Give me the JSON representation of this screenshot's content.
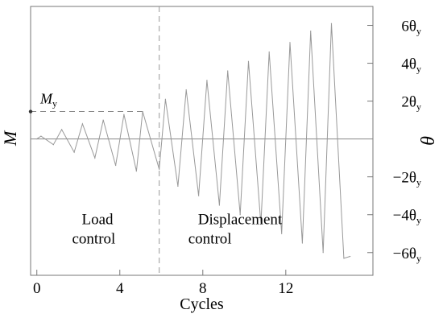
{
  "chart_data": {
    "type": "line",
    "xlabel": "Cycles",
    "ylabel_left": "M",
    "ylabel_right": "θ",
    "xlim": [
      -0.3,
      16.2
    ],
    "ylim": [
      -7.2,
      7.0
    ],
    "x_ticks": [
      0,
      4,
      8,
      12
    ],
    "x_tick_labels": [
      "0",
      "4",
      "8",
      "12"
    ],
    "y_ticks_right": [
      6,
      4,
      2,
      -2,
      -4,
      -6
    ],
    "y_tick_labels_right": [
      {
        "base": "6θ",
        "sub": "y"
      },
      {
        "base": "4θ",
        "sub": "y"
      },
      {
        "base": "2θ",
        "sub": "y"
      },
      {
        "base": "−2θ",
        "sub": "y"
      },
      {
        "base": "−4θ",
        "sub": "y"
      },
      {
        "base": "−6θ",
        "sub": "y"
      }
    ],
    "yield_moment": {
      "label": "M",
      "sub": "y",
      "x": -0.3,
      "y": 1.45,
      "x_end": 5.2
    },
    "control_switch_x": 5.9,
    "region_labels": [
      {
        "lines": [
          "Load",
          "control"
        ],
        "x": 1.7,
        "y": -4.5
      },
      {
        "lines": [
          "Displacement",
          "control"
        ],
        "x": 7.3,
        "y": -4.5
      }
    ],
    "series": [
      {
        "name": "",
        "color": "#999999",
        "x": [
          0.0,
          0.2,
          0.8,
          1.2,
          1.8,
          2.2,
          2.8,
          3.2,
          3.8,
          4.2,
          4.8,
          5.1,
          5.9,
          6.2,
          6.8,
          7.2,
          7.8,
          8.2,
          8.8,
          9.2,
          9.8,
          10.2,
          10.8,
          11.2,
          11.8,
          12.2,
          12.8,
          13.2,
          13.8,
          14.2,
          14.8,
          15.1
        ],
        "y": [
          0.0,
          0.15,
          -0.3,
          0.5,
          -0.7,
          0.8,
          -1.0,
          1.0,
          -1.4,
          1.3,
          -1.7,
          1.45,
          -1.6,
          2.1,
          -2.5,
          2.6,
          -3.0,
          3.1,
          -3.5,
          3.6,
          -4.0,
          4.1,
          -4.5,
          4.6,
          -5.0,
          5.1,
          -5.5,
          5.7,
          -6.0,
          6.1,
          -6.3,
          -6.2
        ]
      }
    ]
  }
}
